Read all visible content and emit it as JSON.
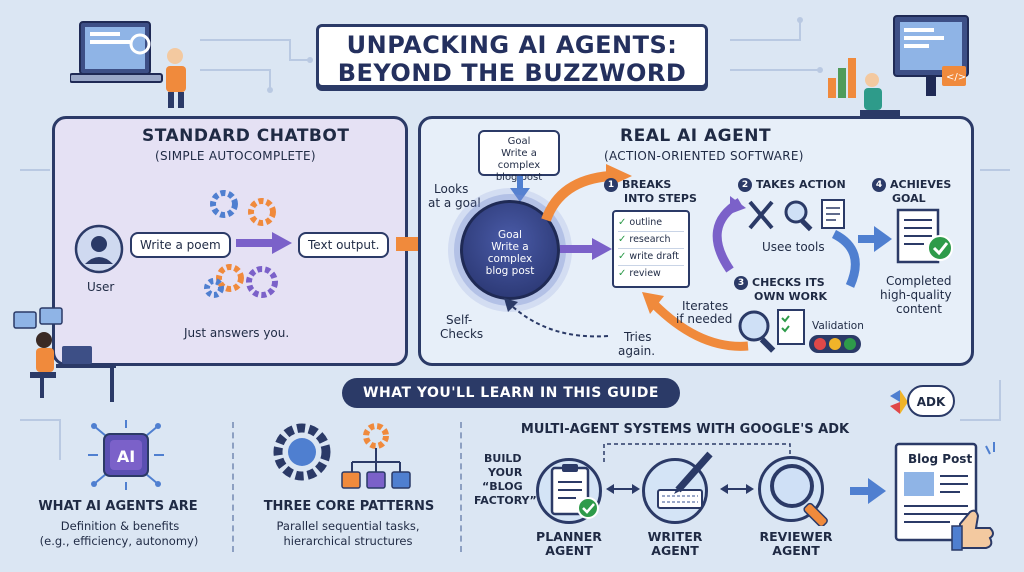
{
  "title": {
    "line1": "UNPACKING AI AGENTS:",
    "line2": "BEYOND THE BUZZWORD"
  },
  "left_panel": {
    "heading": "STANDARD CHATBOT",
    "subheading": "(SIMPLE AUTOCOMPLETE)",
    "prompt": "Write a poem",
    "output": "Text output.",
    "user_label": "User",
    "caption": "Just answers you."
  },
  "right_panel": {
    "heading": "REAL AI AGENT",
    "subheading": "(ACTION-ORIENTED SOFTWARE)",
    "goal_box": {
      "title": "Goal",
      "line1": "Write a complex",
      "line2": "blog post"
    },
    "goal_circle": {
      "title": "Goal",
      "line1": "Write a",
      "line2": "complex",
      "line3": "blog post"
    },
    "looks_at_goal_1": "Looks",
    "looks_at_goal_2": "at a goal",
    "self_checks_1": "Self-",
    "self_checks_2": "Checks",
    "step1": {
      "num": "1",
      "line1": "BREAKS",
      "line2": "INTO STEPS"
    },
    "checklist": [
      "outline",
      "research",
      "write draft",
      "review"
    ],
    "step2": {
      "num": "2",
      "label": "TAKES ACTION"
    },
    "use_tools": "Usee tools",
    "step3": {
      "num": "3",
      "line1": "CHECKS ITS",
      "line2": "OWN WORK"
    },
    "step4": {
      "num": "4",
      "line1": "ACHIEVES",
      "line2": "GOAL"
    },
    "completed_1": "Completed",
    "completed_2": "high-quality",
    "completed_3": "content",
    "iterates_1": "Iterates",
    "iterates_2": "if needed",
    "tries_1": "Tries",
    "tries_2": "again.",
    "validation": "Validation"
  },
  "guide": {
    "band": "WHAT YOU'LL LEARN IN THIS GUIDE",
    "item1": {
      "icon_text": "AI",
      "title": "WHAT AI AGENTS ARE",
      "desc1": "Definition & benefits",
      "desc2": "(e.g., efficiency, autonomy)"
    },
    "item2": {
      "title": "THREE CORE PATTERNS",
      "desc1": "Parallel sequential tasks,",
      "desc2": "hierarchical structures"
    },
    "item3": {
      "title": "MULTI-AGENT SYSTEMS WITH GOOGLE'S ADK",
      "adk_badge": "ADK",
      "build_1": "BUILD",
      "build_2": "YOUR",
      "build_3": "“BLOG",
      "build_4": "FACTORY”",
      "agents": [
        {
          "line1": "PLANNER",
          "line2": "AGENT"
        },
        {
          "line1": "WRITER",
          "line2": "AGENT"
        },
        {
          "line1": "REVIEWER",
          "line2": "AGENT"
        }
      ],
      "blog_post": "Blog Post"
    }
  },
  "colors": {
    "navy": "#2b3a67",
    "orange": "#f08a3c",
    "purple": "#7b61c9",
    "blue": "#4f7fd0",
    "green": "#2e9b4a"
  }
}
